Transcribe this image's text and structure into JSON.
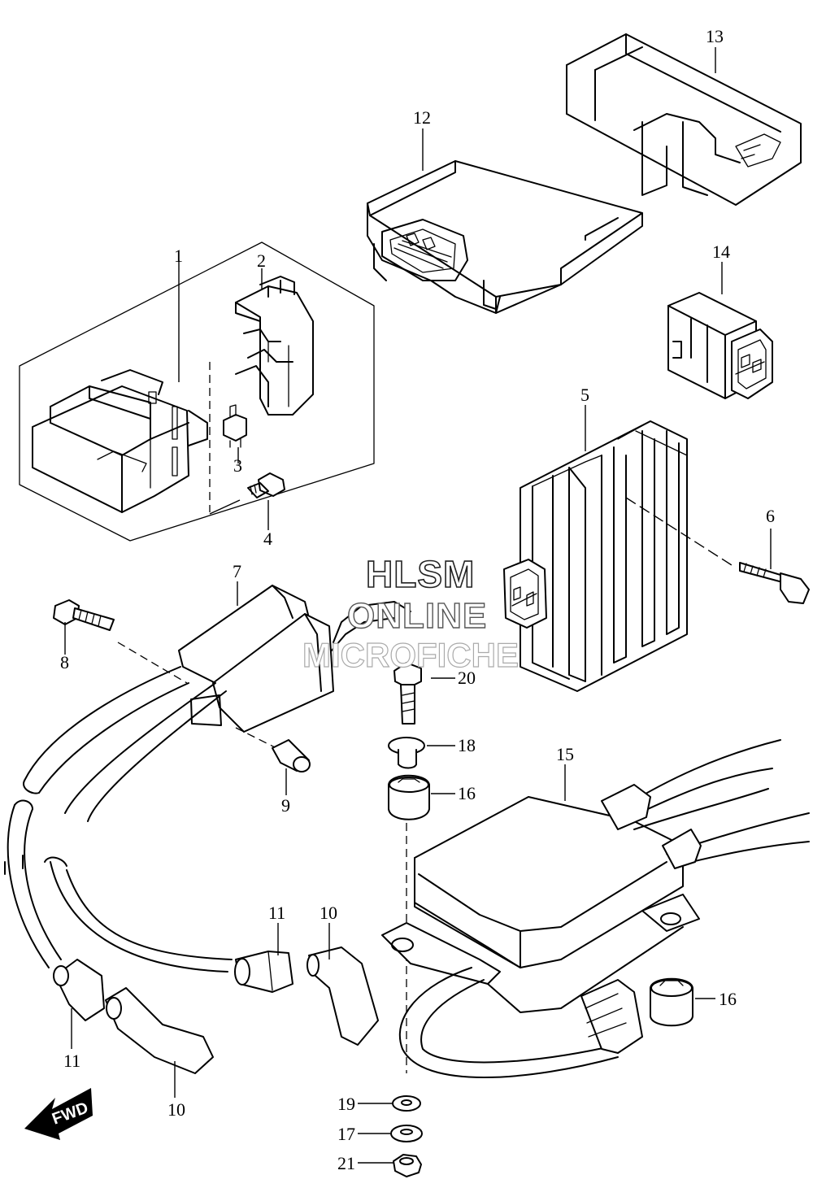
{
  "watermark": {
    "line1": "HLSM",
    "line2": "ONLINE",
    "line3": "MICROFICHE"
  },
  "direction_badge": {
    "label": "FWD"
  },
  "callouts": {
    "c1": "1",
    "c2": "2",
    "c3": "3",
    "c4": "4",
    "c5": "5",
    "c6": "6",
    "c7": "7",
    "c8": "8",
    "c9": "9",
    "c10a": "10",
    "c10b": "10",
    "c11a": "11",
    "c11b": "11",
    "c12": "12",
    "c13": "13",
    "c14": "14",
    "c15": "15",
    "c16a": "16",
    "c16b": "16",
    "c17": "17",
    "c18": "18",
    "c19": "19",
    "c20": "20",
    "c21": "21"
  }
}
